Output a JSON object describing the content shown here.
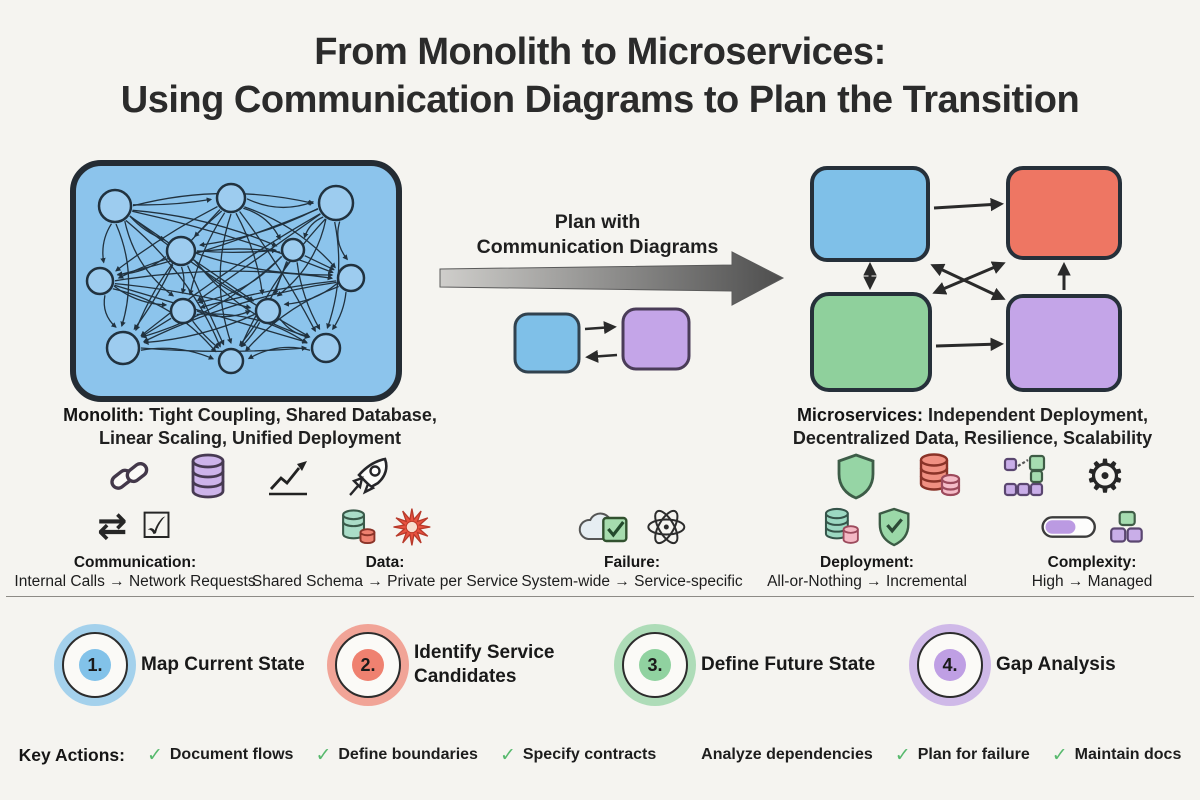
{
  "title": {
    "line1": "From Monolith to Microservices:",
    "line2": "Using Communication Diagrams to Plan the Transition"
  },
  "transition": {
    "label_line1": "Plan with",
    "label_line2": "Communication Diagrams"
  },
  "monolith": {
    "label": "Monolith:",
    "desc_line1": " Tight Coupling, Shared Database,",
    "desc_line2": "Linear Scaling, Unified Deployment",
    "icons": [
      "chain-link",
      "database",
      "growth-chart",
      "rocket"
    ]
  },
  "microservices": {
    "label": "Microservices:",
    "desc_line1": " Independent Deployment,",
    "desc_line2": "Decentralized Data, Resilience, Scalability",
    "icons": [
      "shield",
      "database-stack",
      "building-blocks",
      "gear"
    ]
  },
  "comparisons": [
    {
      "title": "Communication:",
      "subtitle": "Internal Calls → Network Requests",
      "icons": [
        "swap-arrows",
        "checked-box"
      ]
    },
    {
      "title": "Data:",
      "subtitle": "Shared Schema → Private per Service",
      "icons": [
        "database-split",
        "burst"
      ]
    },
    {
      "title": "Failure:",
      "subtitle": "System-wide → Service-specific",
      "icons": [
        "cloud-check",
        "atom"
      ]
    },
    {
      "title": "Deployment:",
      "subtitle": "All-or-Nothing → Incremental",
      "icons": [
        "database-stack",
        "shield-check"
      ]
    },
    {
      "title": "Complexity:",
      "subtitle": "High → Managed",
      "icons": [
        "progress-pill",
        "blocks"
      ]
    }
  ],
  "steps": [
    {
      "number": "1.",
      "label": "Map Current State",
      "color": "#82c2e9"
    },
    {
      "number": "2.",
      "label": "Identify Service Candidates",
      "color": "#ef8170"
    },
    {
      "number": "3.",
      "label": "Define Future State",
      "color": "#90d2a0"
    },
    {
      "number": "4.",
      "label": "Gap Analysis",
      "color": "#bf9fe4"
    }
  ],
  "key_actions": {
    "label": "Key Actions:",
    "items": [
      {
        "text": "Document flows",
        "checked": true
      },
      {
        "text": "Define boundaries",
        "checked": true
      },
      {
        "text": "Specify contracts",
        "checked": true
      },
      {
        "text": "Analyze dependencies",
        "checked": false
      },
      {
        "text": "Plan for failure",
        "checked": true
      },
      {
        "text": "Maintain docs",
        "checked": true
      }
    ]
  },
  "glyphs": {
    "gear": "⚙",
    "swap_arrows": "⇄",
    "checked_box": "☑",
    "check": "✓"
  },
  "colors": {
    "background": "#f5f4f0",
    "ink": "#2b2b2b",
    "monolith_blue": "#8cc4ec",
    "service_blue": "#7fc0e8",
    "service_red": "#ee7663",
    "service_green": "#8fd09c",
    "service_purple": "#c4a5e8",
    "check_green": "#57b96d"
  }
}
